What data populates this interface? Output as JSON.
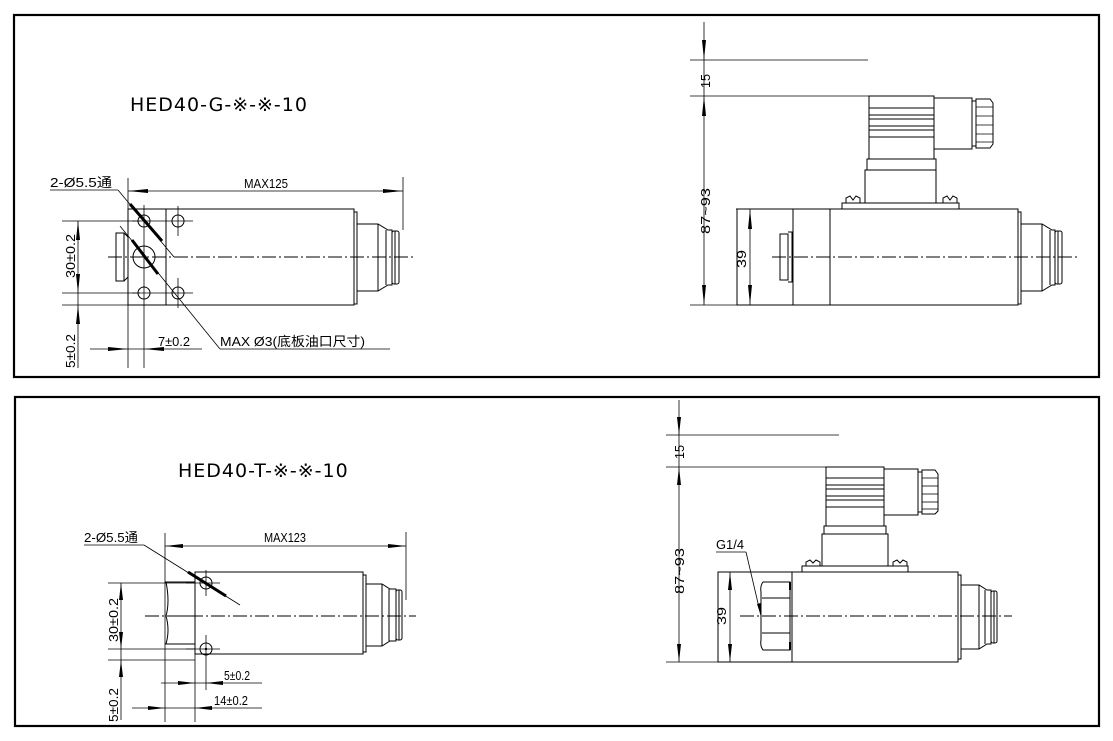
{
  "drawings": [
    {
      "id": "g-type",
      "model": "HED40-G-※-※-10",
      "front_view": {
        "hole_callout": "2-Ø5.5通",
        "overall_length": "MAX125",
        "hole_spacing_vertical": "30±0.2",
        "edge_offset_vertical": "5±0.2",
        "edge_offset_horizontal": "7±0.2",
        "port_callout": "MAX Ø3(底板油口尺寸)"
      },
      "side_view": {
        "connector_clearance": "15",
        "overall_height": "87~93",
        "body_height": "39"
      }
    },
    {
      "id": "t-type",
      "model": "HED40-T-※-※-10",
      "front_view": {
        "hole_callout": "2-Ø5.5通",
        "overall_length": "MAX123",
        "hole_spacing_vertical": "30±0.2",
        "edge_offset_vertical": "5±0.2",
        "hole_offset_horizontal_1": "5±0.2",
        "hole_offset_horizontal_2": "14±0.2"
      },
      "side_view": {
        "connector_clearance": "15",
        "overall_height": "87~93",
        "body_height": "39",
        "thread_callout": "G1/4"
      }
    }
  ]
}
